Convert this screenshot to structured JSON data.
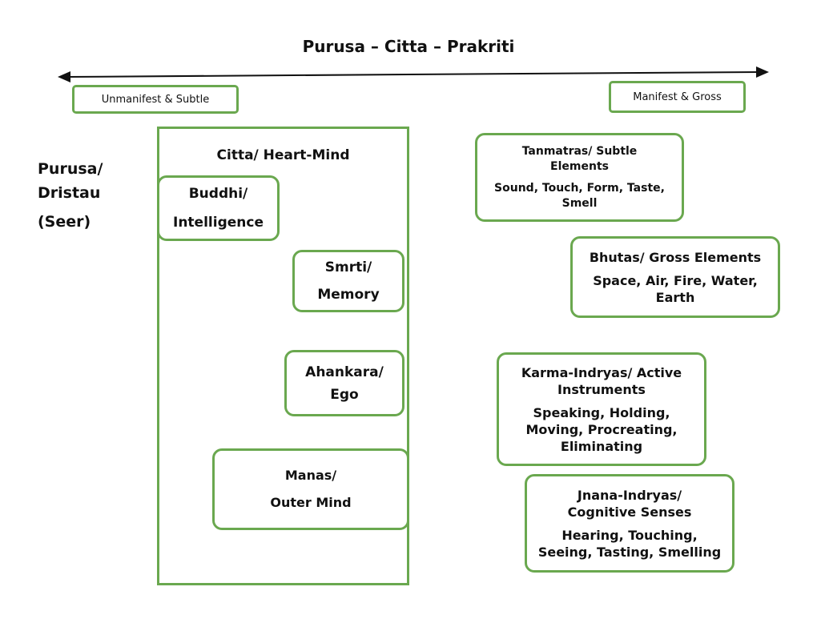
{
  "title": "Purusa – Citta – Prakriti",
  "axis": {
    "left_label": "Unmanifest & Subtle",
    "right_label": "Manifest & Gross"
  },
  "purusa": {
    "line1": "Purusa/",
    "line2": "Dristau",
    "line3": "(Seer)"
  },
  "citta": {
    "title": "Citta/ Heart-Mind",
    "buddhi": {
      "line1": "Buddhi/",
      "line2": "Intelligence"
    },
    "smrti": {
      "line1": "Smrti/",
      "line2": "Memory"
    },
    "ahankara": {
      "line1": "Ahankara/",
      "line2": "Ego"
    },
    "manas": {
      "line1": "Manas/",
      "line2": "Outer Mind"
    }
  },
  "prakriti": {
    "tanmatras": {
      "head": "Tanmatras/ Subtle Elements",
      "body": "Sound, Touch, Form, Taste, Smell"
    },
    "bhutas": {
      "head": "Bhutas/ Gross Elements",
      "body": "Space, Air, Fire, Water, Earth"
    },
    "karma": {
      "head": "Karma-Indryas/ Active Instruments",
      "body": "Speaking, Holding, Moving, Procreating, Eliminating"
    },
    "jnana": {
      "head": "Jnana-Indryas/ Cognitive Senses",
      "body": "Hearing, Touching, Seeing, Tasting, Smelling"
    }
  },
  "colors": {
    "border_green": "#6aa84f",
    "text": "#111111"
  }
}
